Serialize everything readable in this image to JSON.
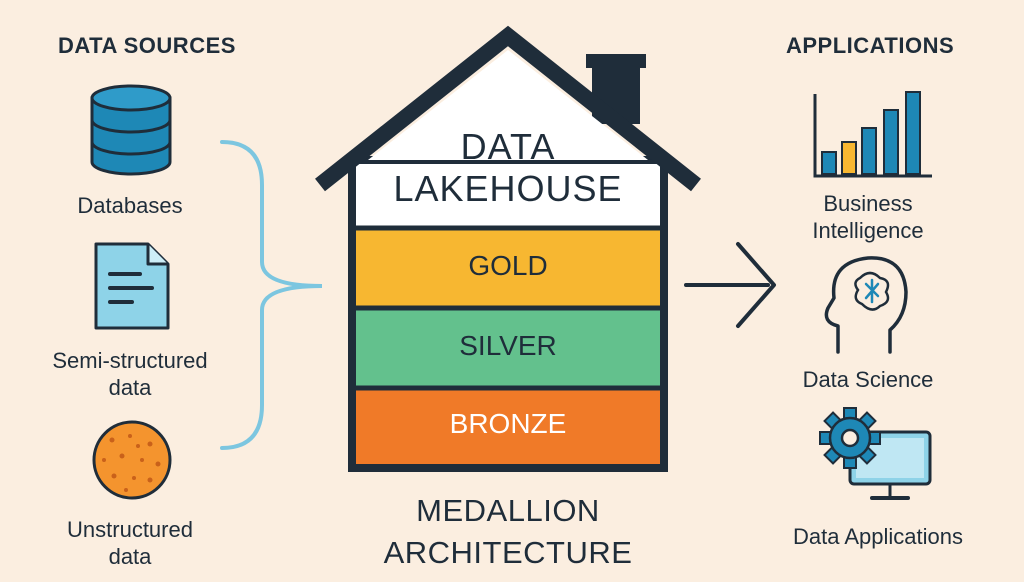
{
  "left": {
    "heading": "DATA SOURCES",
    "items": [
      {
        "icon": "database-icon",
        "label": "Databases"
      },
      {
        "icon": "document-icon",
        "label_line1": "Semi-structured",
        "label_line2": "data"
      },
      {
        "icon": "unstructured-blob-icon",
        "label_line1": "Unstructured",
        "label_line2": "data"
      }
    ]
  },
  "house": {
    "title_line1": "DATA",
    "title_line2": "LAKEHOUSE",
    "layers": [
      {
        "name": "GOLD",
        "color": "#f7b731",
        "text_color": "#1f2d3a"
      },
      {
        "name": "SILVER",
        "color": "#63c18d",
        "text_color": "#1f2d3a"
      },
      {
        "name": "BRONZE",
        "color": "#f07a28",
        "text_color": "#ffffff"
      }
    ]
  },
  "bottom": {
    "line1": "MEDALLION",
    "line2": "ARCHITECTURE"
  },
  "right": {
    "heading": "APPLICATIONS",
    "items": [
      {
        "icon": "bar-chart-icon",
        "label_line1": "Business",
        "label_line2": "Intelligence"
      },
      {
        "icon": "brain-head-icon",
        "label": "Data Science"
      },
      {
        "icon": "gear-monitor-icon",
        "label": "Data Applications"
      }
    ]
  },
  "colors": {
    "background": "#fbeee0",
    "outline": "#1f2d3a",
    "accent_blue": "#1e88b6",
    "light_blue": "#8ed3e8",
    "brace": "#7cc6e0"
  }
}
